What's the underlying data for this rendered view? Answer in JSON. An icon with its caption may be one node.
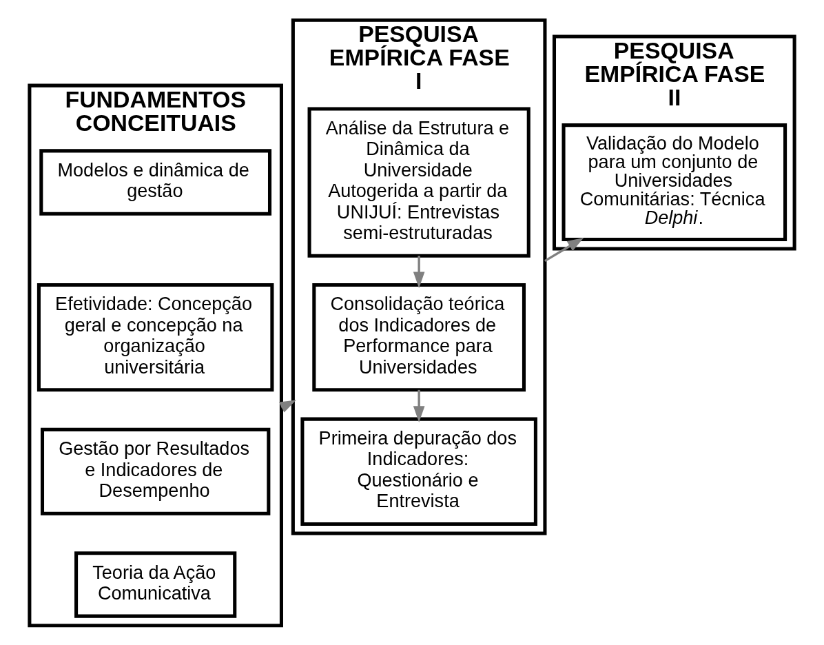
{
  "diagram": {
    "nodes": [
      {
        "text": [
          "FUNDAMENTOS CONCEITUAIS"
        ]
      },
      {
        "text": [
          "Modelos e dinâmica de gestão"
        ],
        "in": 0
      },
      {
        "text": [
          "Efetividade: Concepção geral e concepção na organização universitária"
        ],
        "in": 0
      },
      {
        "text": [
          "Gestão por Resultados e Indicadores de Desempenho"
        ],
        "in": 0
      },
      {
        "text": [
          "Teoria da Ação Comunicativa"
        ],
        "in": 0
      },
      {
        "text": [
          "PESQUISA EMPÍRICA FASE I"
        ]
      },
      {
        "text": [
          "Análise da Estrutura e Dinâmica da Universidade Autogerida a partir da UNIJUÍ: Entrevistas semi-estruturadas"
        ],
        "in": 5
      },
      {
        "text": [
          "Consolidação teórica dos Indicadores de Performance para Universidades"
        ],
        "in": 5
      },
      {
        "text": [
          "Primeira depuração dos Indicadores: Questionário e Entrevista"
        ],
        "in": 5
      },
      {
        "text": [
          "PESQUISA EMPÍRICA FASE II"
        ]
      },
      {
        "text": [
          "Validação do Modelo para um conjunto de Universidades Comunitárias: Técnica *Delphi*."
        ],
        "in": 9
      }
    ],
    "edges": [
      {
        "from": 0,
        "to": 5,
        "arrow": "to"
      },
      {
        "from": 6,
        "to": 7,
        "arrow": "to"
      },
      {
        "from": 7,
        "to": 8,
        "arrow": "to"
      },
      {
        "from": 5,
        "to": 10,
        "arrow": "to"
      }
    ]
  }
}
